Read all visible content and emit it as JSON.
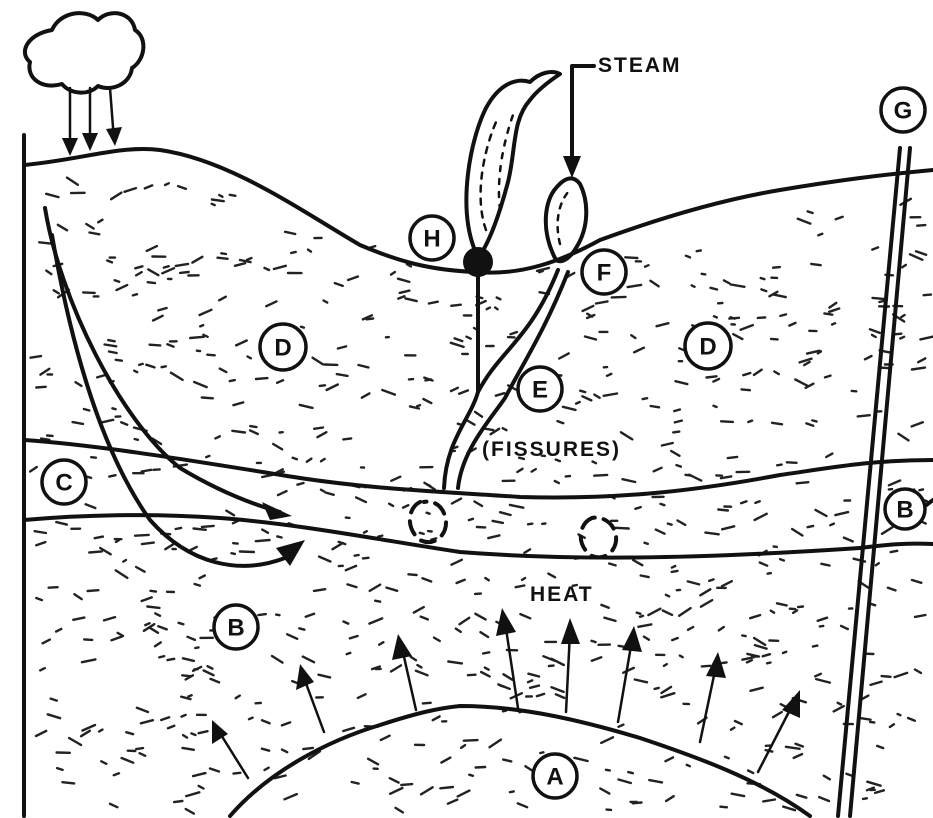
{
  "labels": {
    "A": "A",
    "B_left": "B",
    "B_right": "B",
    "C": "C",
    "D_left": "D",
    "D_right": "D",
    "E": "E",
    "F": "F",
    "G": "G",
    "H": "H"
  },
  "text": {
    "steam": "STEAM",
    "fissures": "(FISSURES)",
    "heat": "HEAT"
  }
}
